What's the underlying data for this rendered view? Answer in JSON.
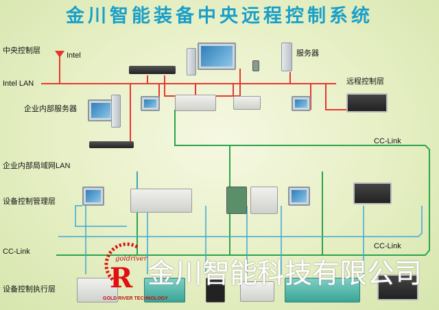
{
  "title": "金川智能装备中央远程控制系统",
  "layers": {
    "central": "中央控制层",
    "intel_lan": "Intel LAN",
    "enterprise_server": "企业内部服务器",
    "enterprise_lan": "企业内部局域网LAN",
    "device_management": "设备控制管理层",
    "cc_link_left": "CC-Link",
    "device_execution": "设备控制执行层"
  },
  "labels": {
    "intel": "Intel",
    "server": "服务器",
    "remote_control": "远程控制层",
    "cc_link_upper": "CC-Link",
    "cc_link_lower": "CC-Link"
  },
  "logo": {
    "script": "goldriver",
    "letter": "R",
    "company_en": "GOLD RIVER TECHNOLOGY",
    "company_cn": "金川智能科技有限公司"
  },
  "colors": {
    "title": "#1a9fc8",
    "lan": "#e5362e",
    "cclink": "#2aa34a",
    "lan_blue": "#3aa7d6"
  }
}
